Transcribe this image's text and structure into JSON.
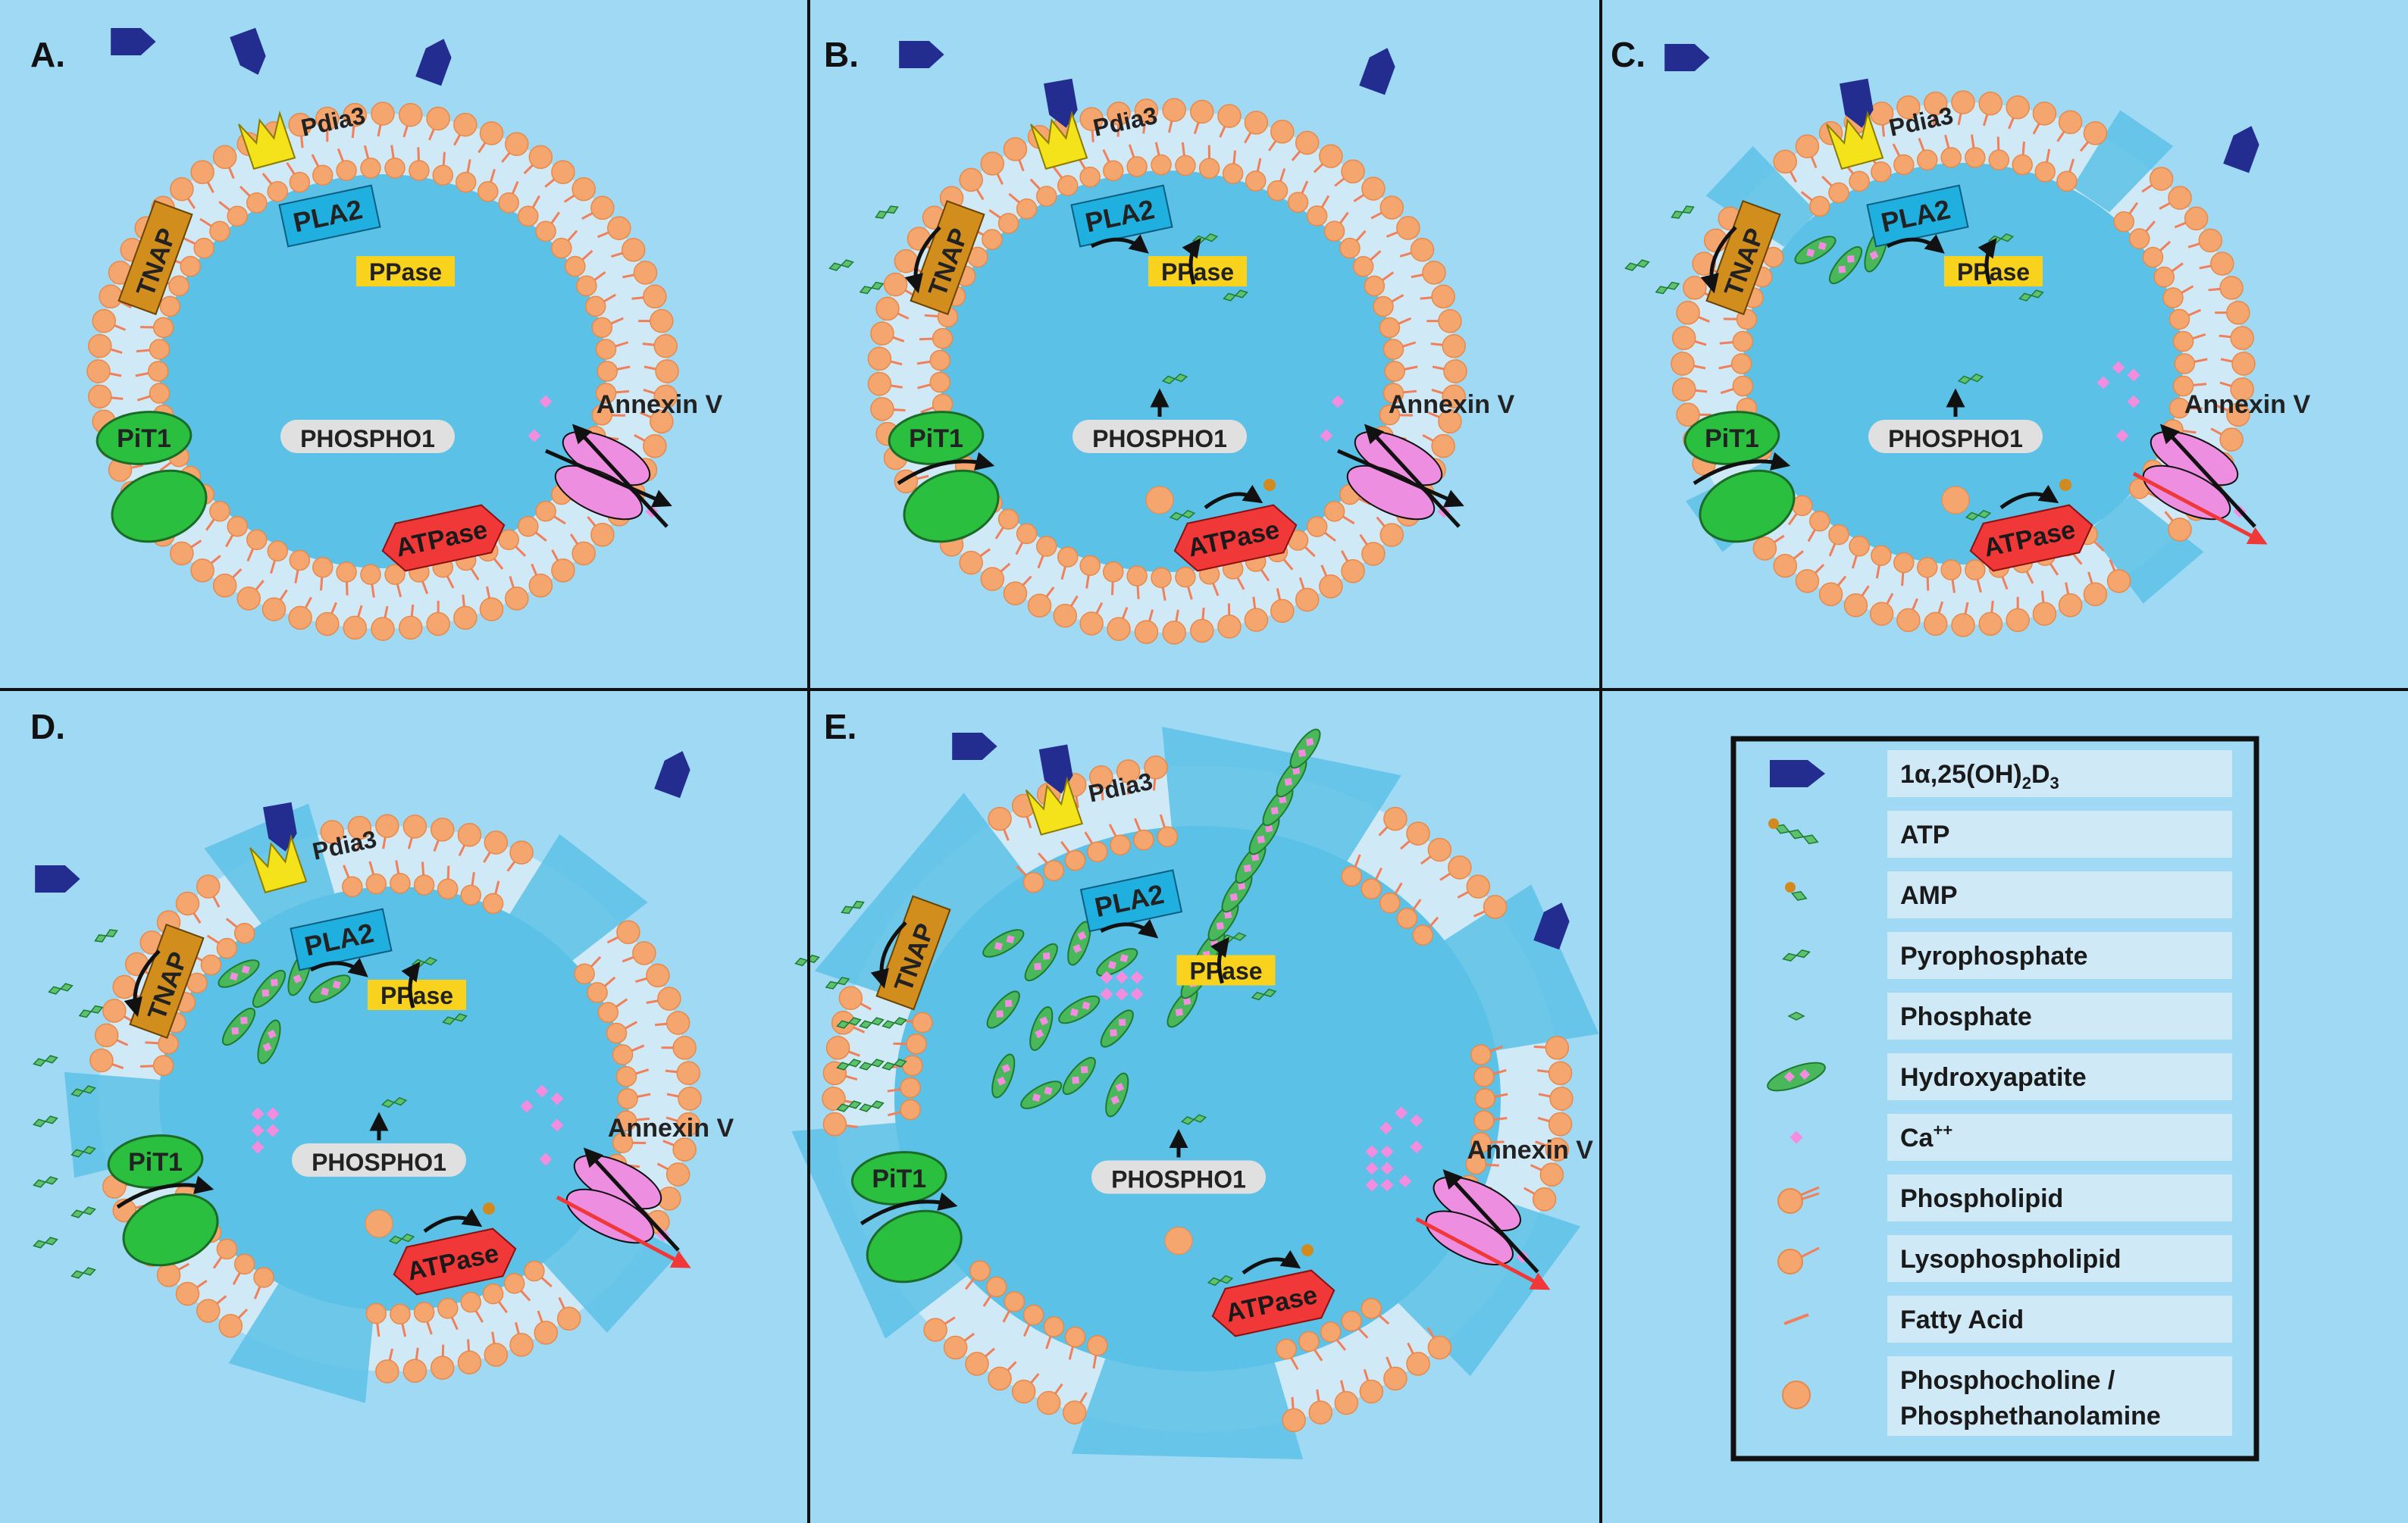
{
  "colors": {
    "background": "#9fd9f4",
    "lumen": "#5cc1e6",
    "membrane_head": "#f5a66e",
    "membrane_head_stroke": "#e8894a",
    "tail": "#f07f5a",
    "ligand": "#232d8f",
    "pdia3": "#f4e31a",
    "pla2": "#1fb0e0",
    "tnap": "#d28e1d",
    "ppase": "#f8d21c",
    "pit1": "#2bbf3f",
    "atpase": "#ef3837",
    "annexin": "#ee8ee0",
    "ca": "#f28de0",
    "mineral": "#2fae4b",
    "panel_border": "#111111"
  },
  "panels": [
    {
      "letter": "A."
    },
    {
      "letter": "B."
    },
    {
      "letter": "C."
    },
    {
      "letter": "D."
    },
    {
      "letter": "E."
    }
  ],
  "labels": {
    "pdia3": "Pdia3",
    "pla2": "PLA2",
    "tnap": "TNAP",
    "ppase": "PPase",
    "phospho1": "PHOSPHO1",
    "pit1": "PiT1",
    "atpase": "ATPase",
    "annexin": "Annexin V"
  },
  "legend": {
    "items": [
      {
        "icon": "vitamin-d-icon",
        "text": "1α,25(OH)",
        "sub": "2",
        "text2": "D",
        "sub2": "3"
      },
      {
        "icon": "atp-icon",
        "text": "ATP"
      },
      {
        "icon": "amp-icon",
        "text": "AMP"
      },
      {
        "icon": "pyrophosphate-icon",
        "text": "Pyrophosphate"
      },
      {
        "icon": "phosphate-icon",
        "text": "Phosphate"
      },
      {
        "icon": "hydroxyapatite-icon",
        "text": "Hydroxyapatite"
      },
      {
        "icon": "calcium-icon",
        "text": "Ca",
        "sup": "++"
      },
      {
        "icon": "phospholipid-icon",
        "text": "Phospholipid"
      },
      {
        "icon": "lysophospholipid-icon",
        "text": "Lysophospholipid"
      },
      {
        "icon": "fatty-acid-icon",
        "text": "Fatty Acid"
      },
      {
        "icon": "phosphocholine-icon",
        "text": "Phosphocholine /",
        "text_line2": "Phosphethanolamine"
      }
    ]
  }
}
